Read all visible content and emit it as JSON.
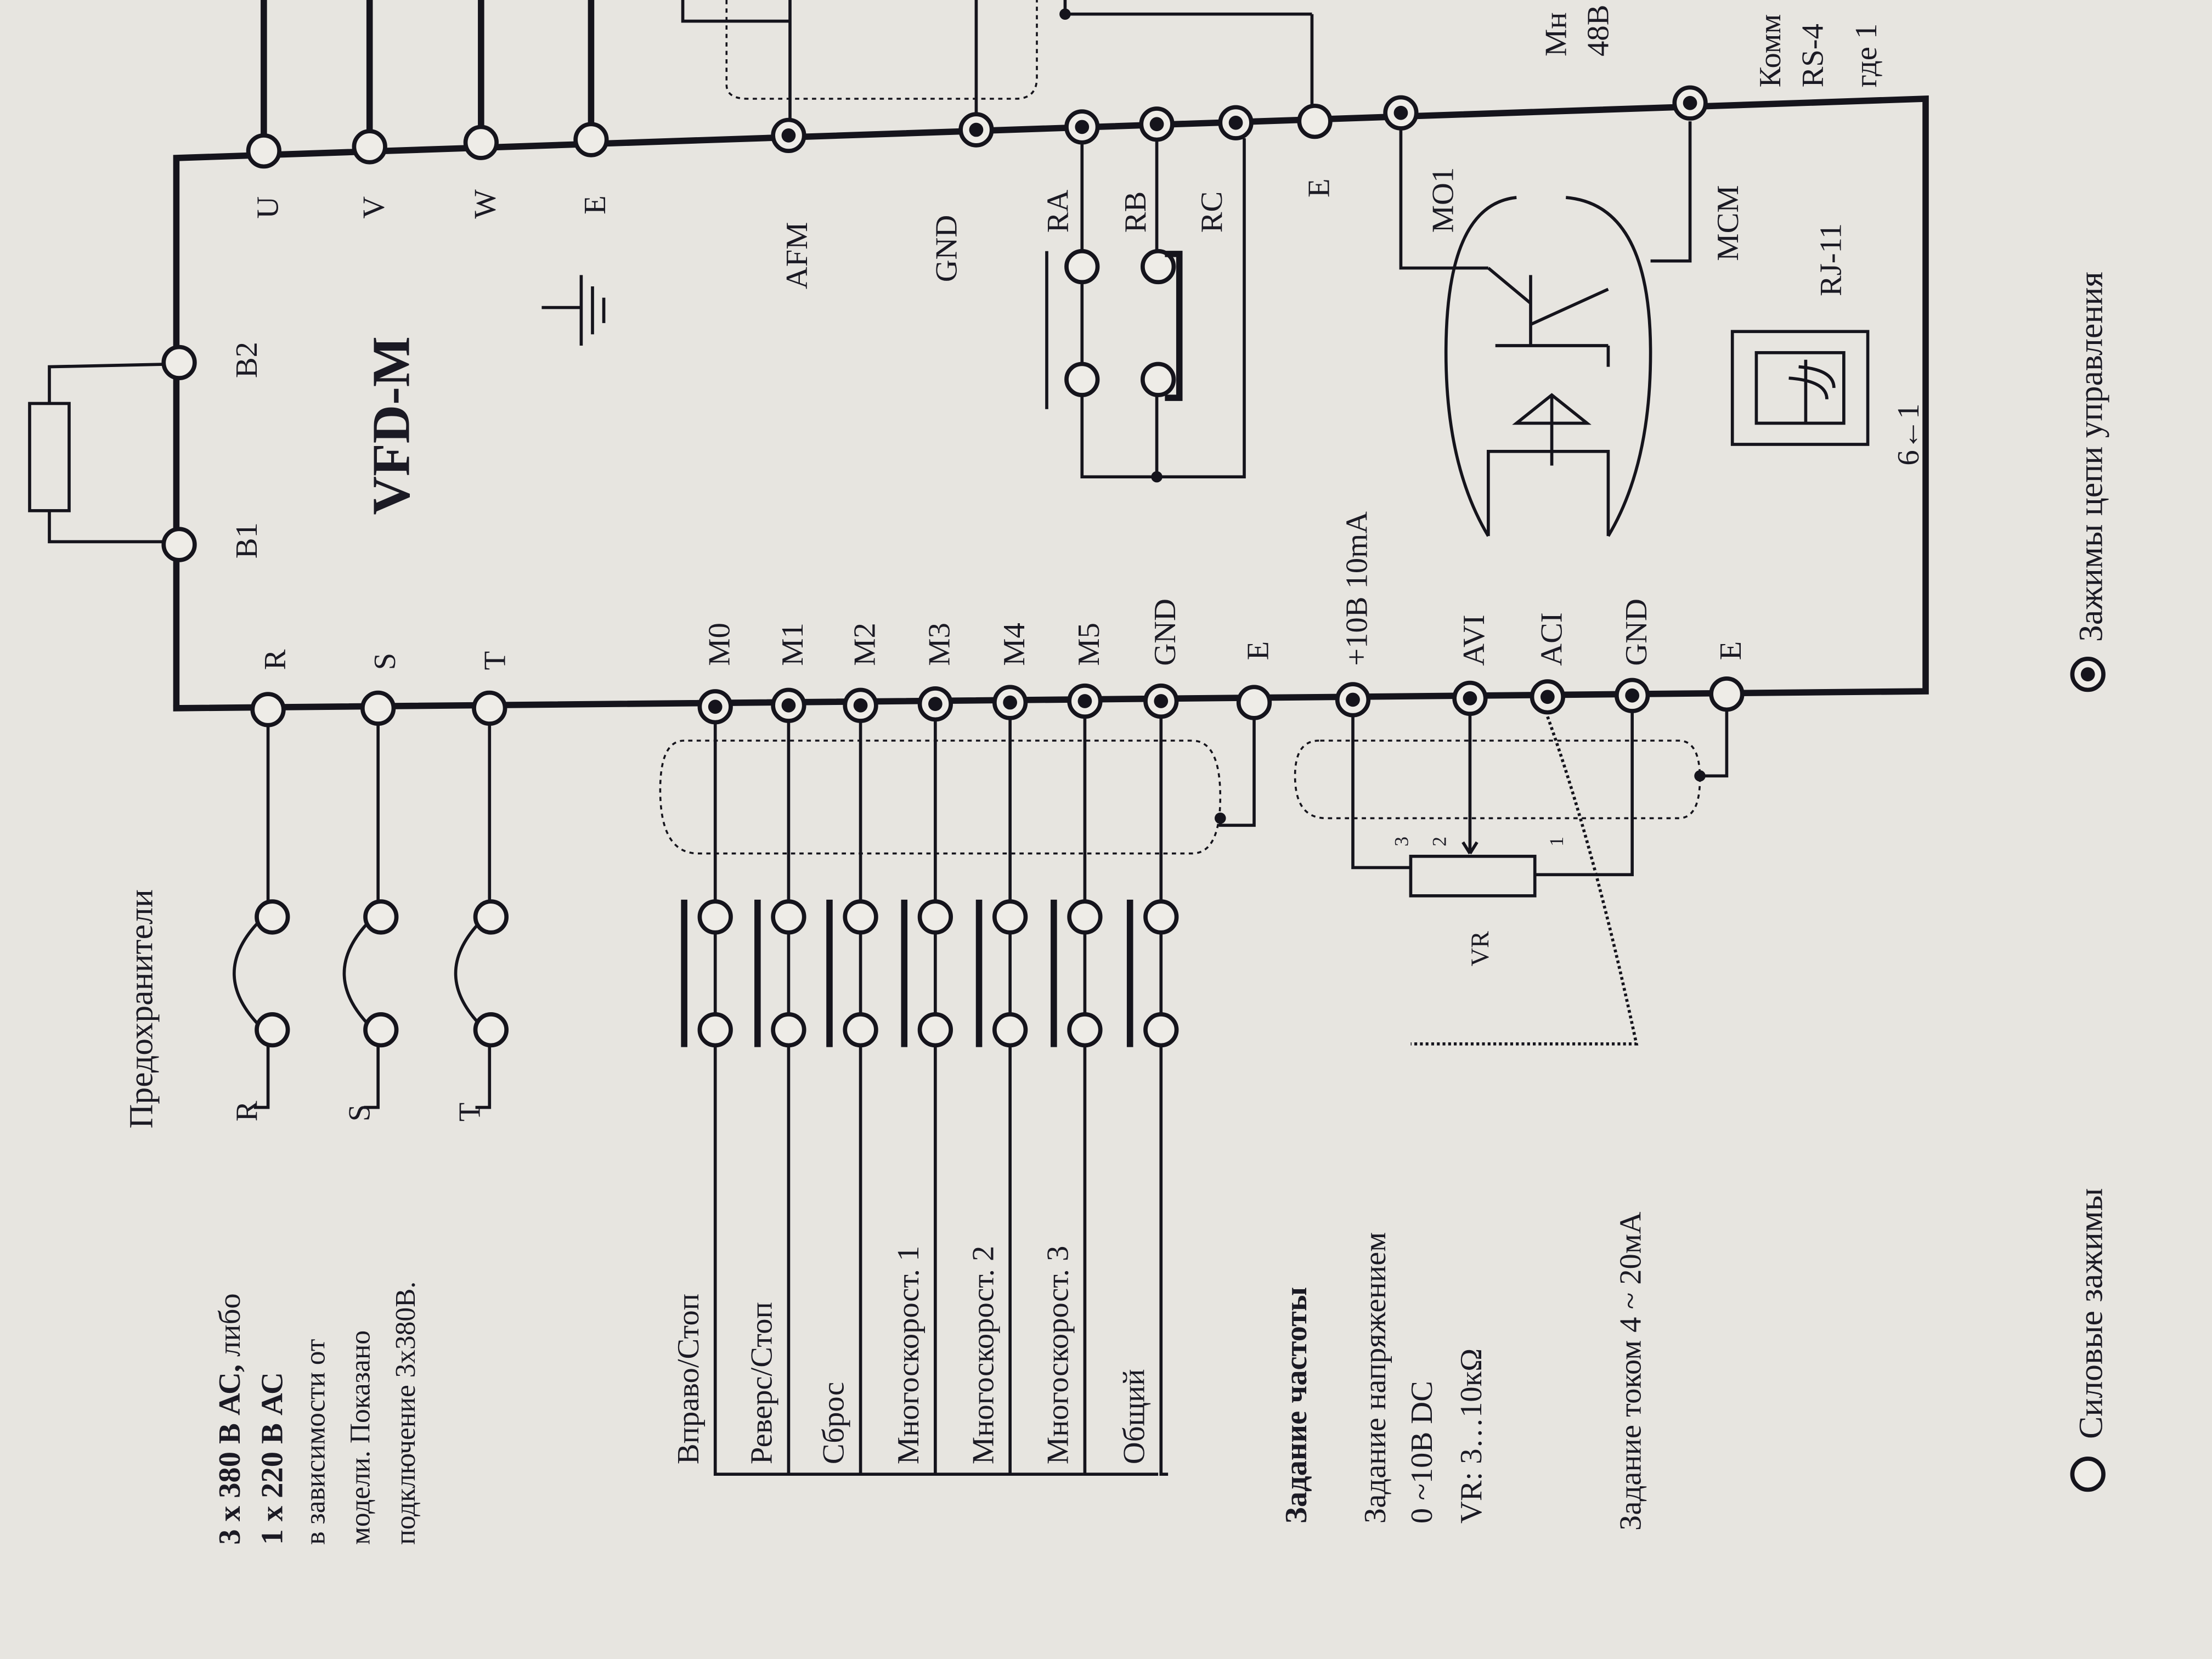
{
  "fuses_title": "Предохранители",
  "supply_note": {
    "line1_bold": "3 х 380 В АС,",
    "line1_rest": "либо",
    "line2_bold": "1 х 220 В АС",
    "line3": "в зависимости от",
    "line4": "модели. Показано",
    "line5": "подключение 3х380В."
  },
  "supply_inputs": [
    "R",
    "S",
    "T"
  ],
  "model": "VFD-M",
  "brake_terminals": [
    "B1",
    "B2"
  ],
  "power_in_terminals": [
    "R",
    "S",
    "T"
  ],
  "output_terminals": [
    "U",
    "V",
    "W",
    "E"
  ],
  "top_control_terminals": [
    "AFM",
    "GND",
    "RA",
    "RB",
    "RC",
    "E",
    "MO1",
    "MCM"
  ],
  "rj11": {
    "label": "RJ-11",
    "pins": "6←1"
  },
  "digital_terminals": [
    "M0",
    "M1",
    "M2",
    "M3",
    "M4",
    "M5",
    "GND"
  ],
  "digital_functions": [
    "Вправо/Стоп",
    "Реверс/Стоп",
    "Сброс",
    "Многоскорост. 1",
    "Многоскорост. 2",
    "Многоскорост. 3",
    "Общий"
  ],
  "analog_terminals": [
    "E",
    "+10В 10mA",
    "AVI",
    "ACI",
    "GND",
    "E"
  ],
  "potentiometer": {
    "label": "VR",
    "pins": [
      "3",
      "2",
      "1"
    ]
  },
  "frequency_setting": {
    "title": "Задание частоты",
    "voltage": "Задание напряжением",
    "voltage_range": "0 ~10В DC",
    "vr": "VR: 3…10кΩ",
    "current": "Задание током 4 ~ 20мА"
  },
  "right_notes": {
    "a1": "Мн",
    "a2": "48В",
    "b1": "Комм",
    "b2": "RS-4",
    "b3": "где 1"
  },
  "legend": {
    "power": "Силовые зажимы",
    "control": "Зажимы цепи управления"
  }
}
